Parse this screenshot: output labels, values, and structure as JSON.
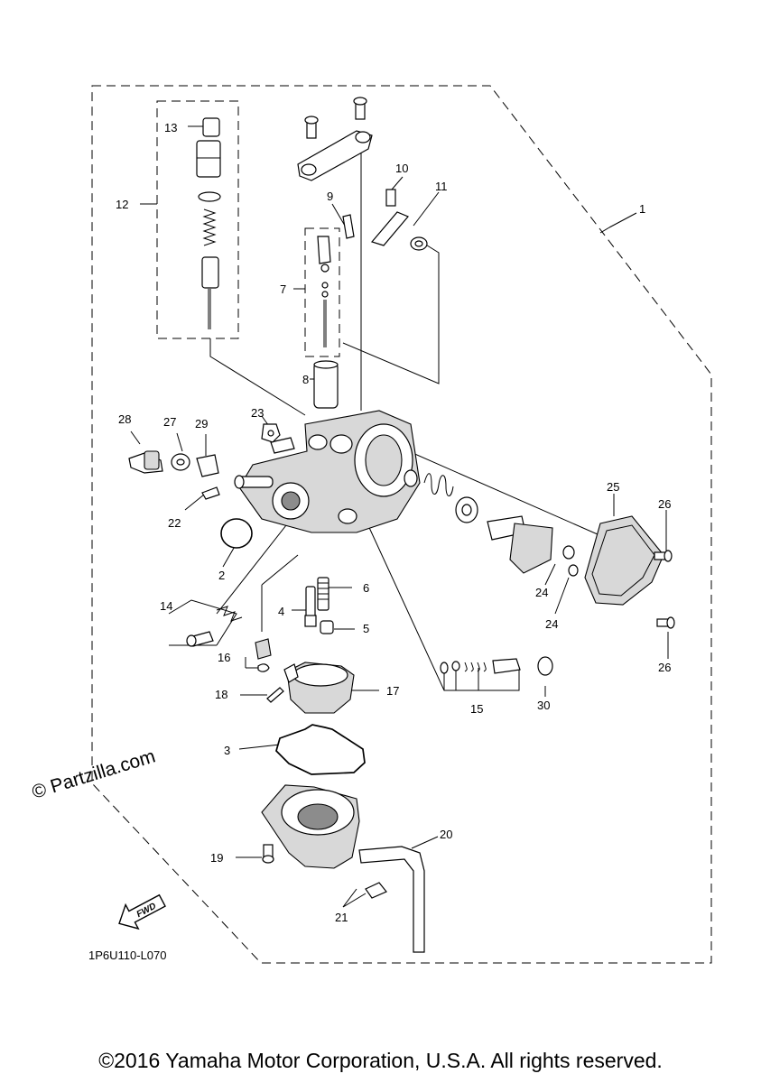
{
  "diagram": {
    "part_labels": [
      "1",
      "2",
      "3",
      "4",
      "5",
      "6",
      "7",
      "8",
      "9",
      "10",
      "11",
      "12",
      "13",
      "14",
      "15",
      "16",
      "17",
      "18",
      "19",
      "20",
      "21",
      "22",
      "23",
      "24",
      "24",
      "25",
      "26",
      "26",
      "27",
      "28",
      "29",
      "30"
    ],
    "watermark": "© Partzilla.com",
    "fwd_label": "FWD",
    "diagram_code": "1P6U110-L070"
  },
  "footer": {
    "copyright": "©2016 Yamaha Motor Corporation, U.S.A. All rights reserved."
  }
}
